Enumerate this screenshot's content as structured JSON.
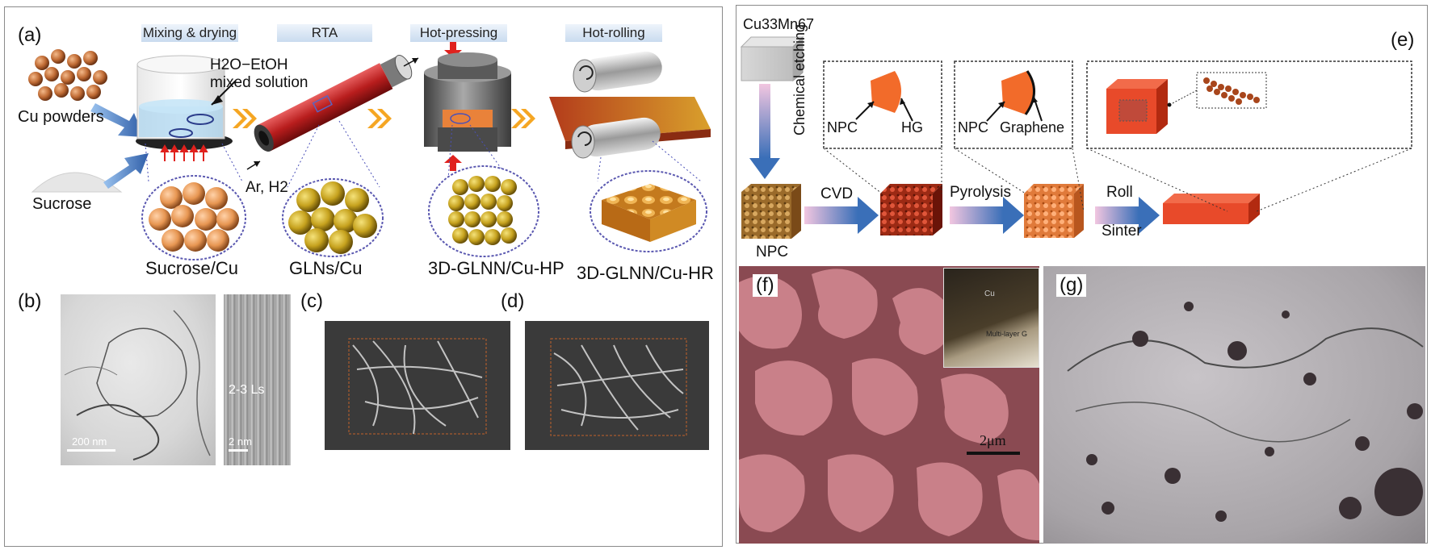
{
  "panels": {
    "a": "(a)",
    "b": "(b)",
    "c": "(c)",
    "d": "(d)",
    "e": "(e)",
    "f": "(f)",
    "g": "(g)"
  },
  "steps": [
    "Mixing & drying",
    "RTA",
    "Hot-pressing",
    "Hot-rolling"
  ],
  "left_labels": {
    "cu_powders": "Cu powders",
    "sucrose": "Sucrose",
    "solution_line1": "H2O−EtOH",
    "solution_line2": "mixed solution",
    "gas": "Ar, H2"
  },
  "captions": [
    "Sucrose/Cu",
    "GLNs/Cu",
    "3D-GLNN/Cu-HP",
    "3D-GLNN/Cu-HR"
  ],
  "tem_b": {
    "scale1": "200 nm",
    "scale2": "2 nm",
    "layers": "2-3 Ls"
  },
  "right": {
    "alloy": "Cu33Mn67",
    "etching": "Chemical etching",
    "npc": "NPC",
    "cvd": "CVD",
    "pyrolysis": "Pyrolysis",
    "roll": "Roll",
    "sinter": "Sinter",
    "box1": {
      "a": "NPC",
      "b": "HG"
    },
    "box2": {
      "a": "NPC",
      "b": "Graphene"
    },
    "f_inset_cu": "Cu",
    "f_inset_g": "Multi-layer G",
    "f_scale": "2μm"
  },
  "colors": {
    "arrow_blue": "#3a6fb8",
    "arrow_orange": "#f5a623",
    "orange": "#f26b2a",
    "sem_pink": "#b56a6f"
  }
}
